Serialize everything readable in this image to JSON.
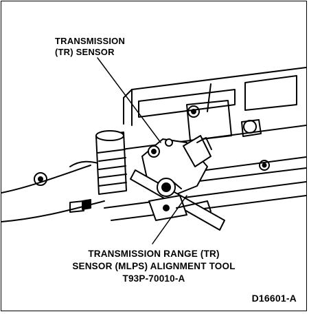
{
  "callouts": {
    "top": {
      "line1": "TRANSMISSION",
      "line2": "(TR) SENSOR"
    },
    "bottom": {
      "line1": "TRANSMISSION RANGE (TR)",
      "line2": "SENSOR (MLPS) ALIGNMENT TOOL",
      "line3": "T93P-70010-A"
    }
  },
  "figure_id": "D16601-A",
  "colors": {
    "ink": "#000000",
    "paper": "#ffffff"
  }
}
